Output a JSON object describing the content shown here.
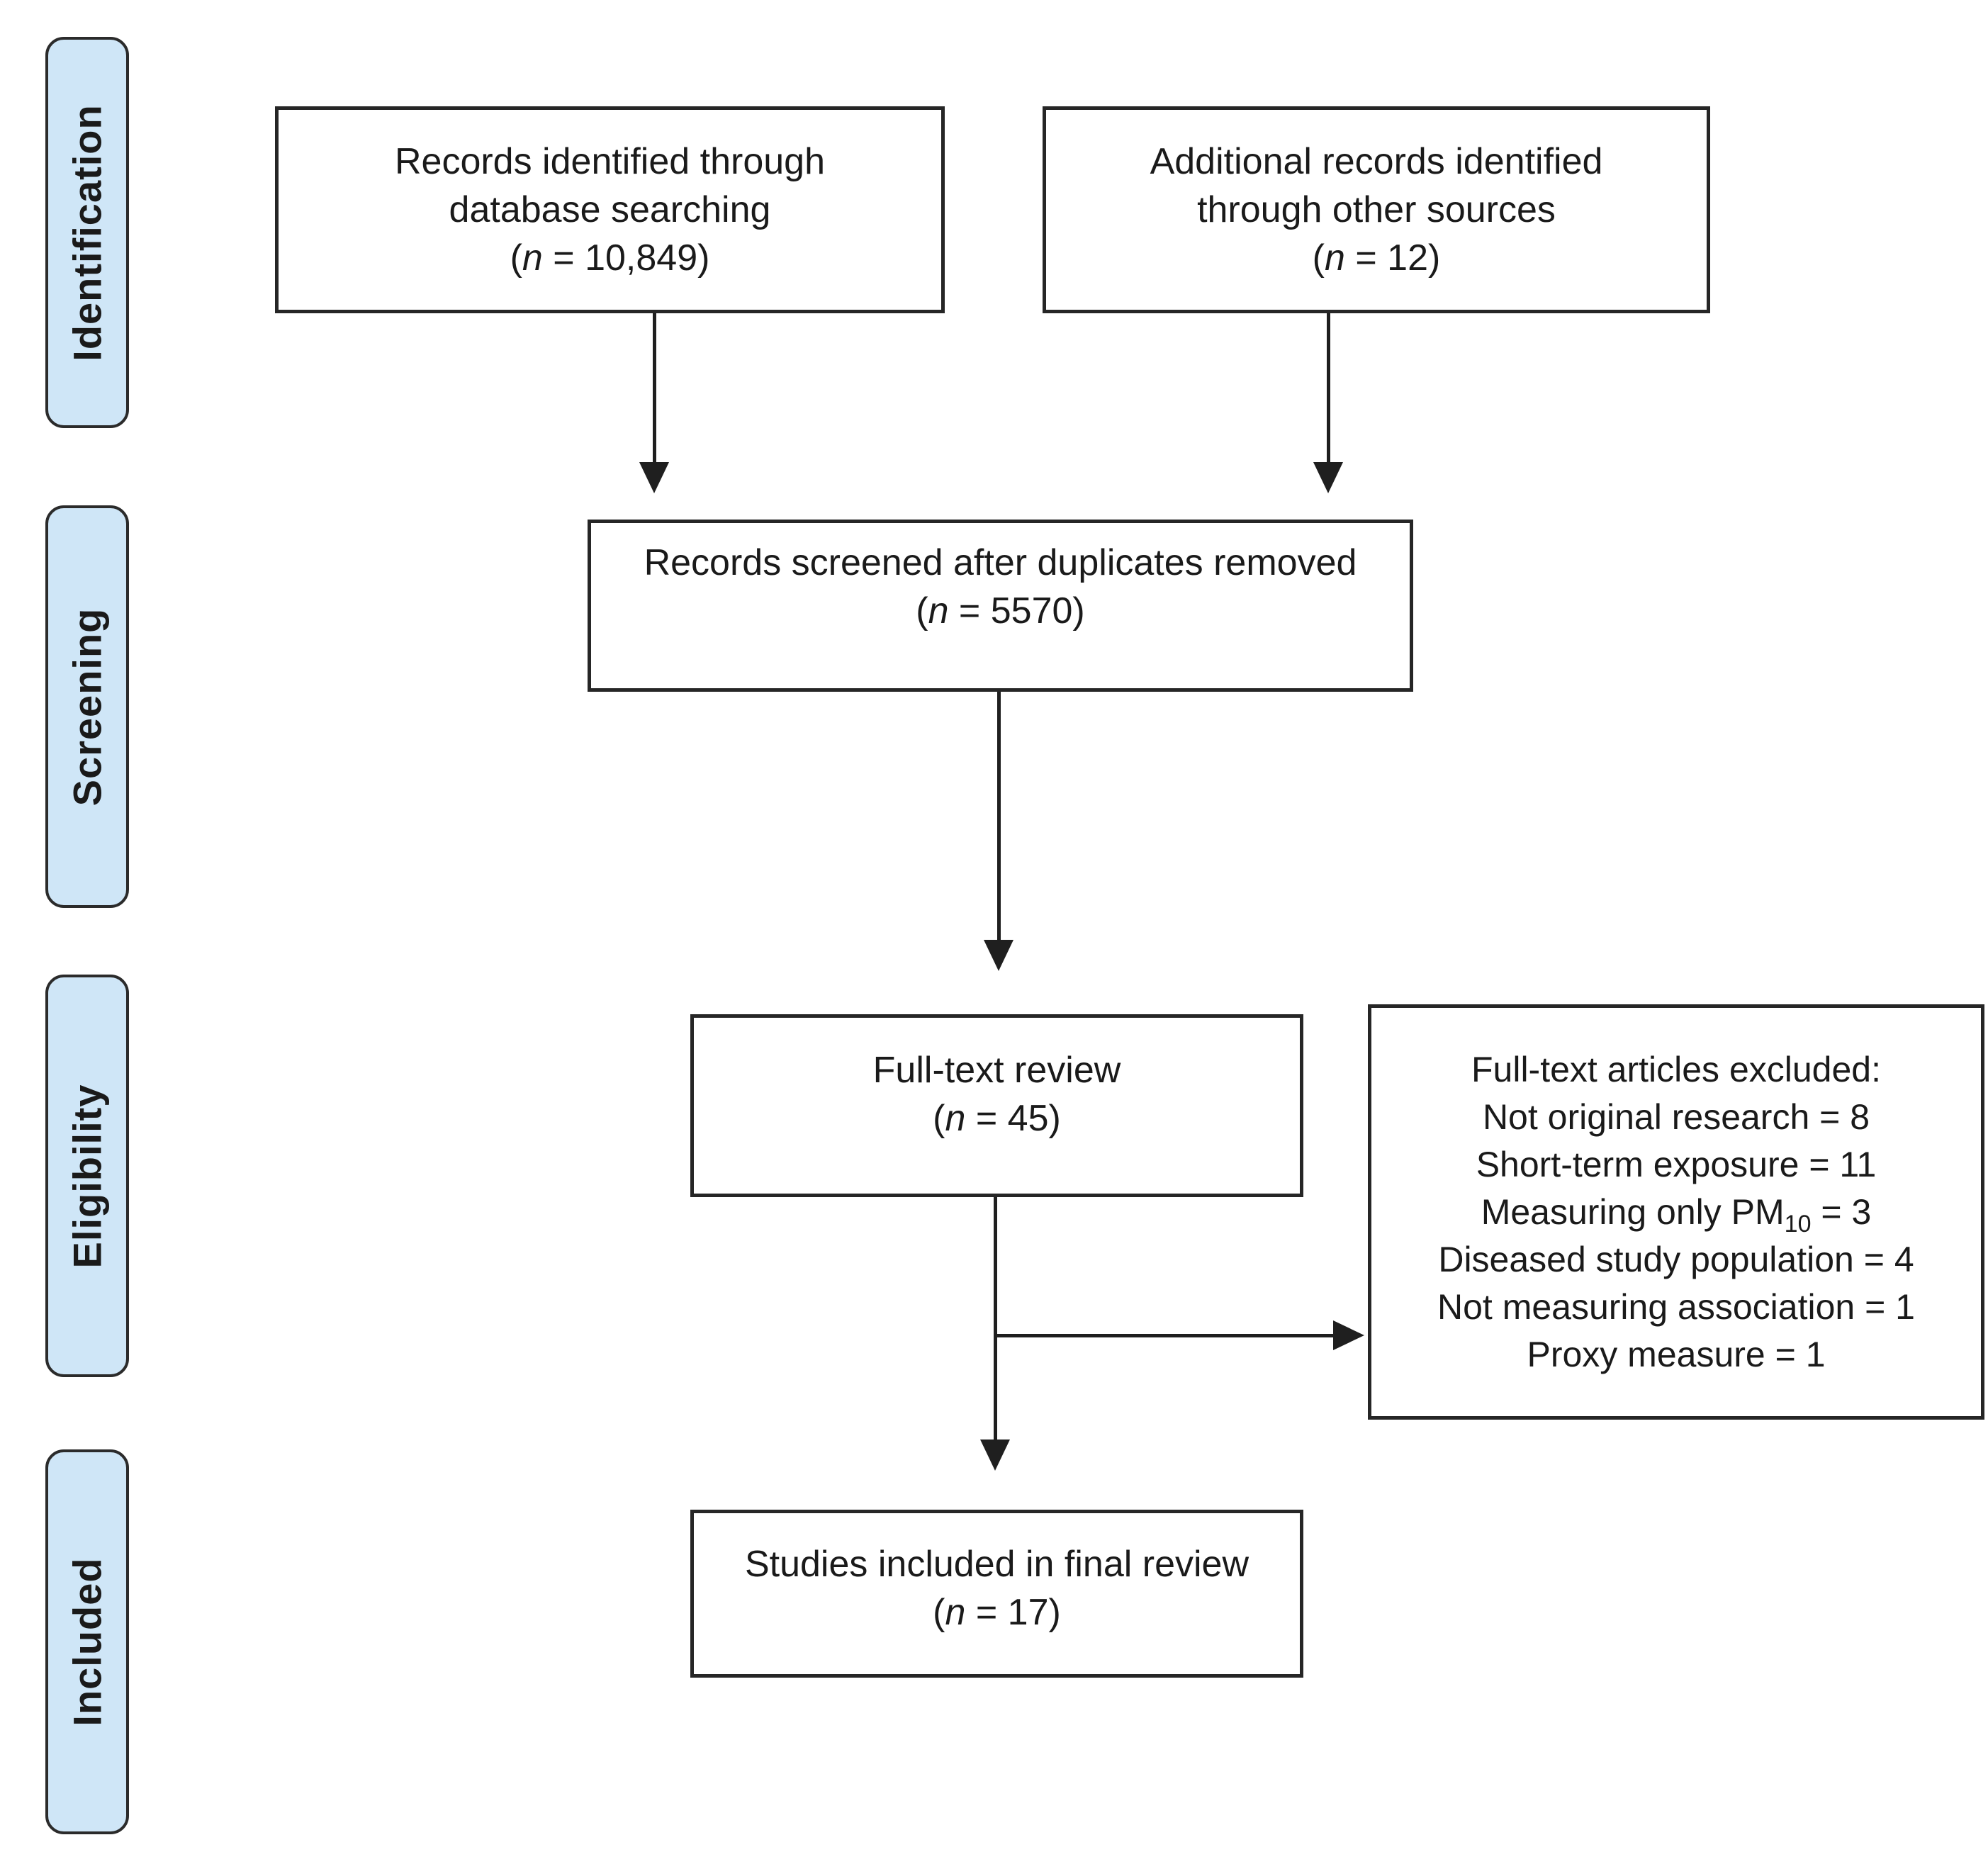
{
  "figure": {
    "type": "prisma-flow-diagram",
    "colors": {
      "stage_fill": "#cfe6f7",
      "stage_border": "#2b2b2b",
      "box_border": "#262626",
      "text": "#1a1a1a",
      "background": "#ffffff"
    }
  },
  "stages": [
    {
      "label": "Identification"
    },
    {
      "label": "Screening"
    },
    {
      "label": "Eligibility"
    },
    {
      "label": "Included"
    }
  ],
  "boxes": {
    "records_db": {
      "lines": [
        "Records identified through",
        "database searching"
      ],
      "count": {
        "open": "(",
        "var": "n",
        "rest": " = 10,849)"
      }
    },
    "records_other": {
      "lines": [
        "Additional records identified",
        "through other sources"
      ],
      "count": {
        "open": "(",
        "var": "n",
        "rest": " = 12)"
      }
    },
    "screened": {
      "lines": [
        "Records screened after duplicates removed"
      ],
      "count": {
        "open": "(",
        "var": "n",
        "rest": " = 5570)"
      }
    },
    "fulltext": {
      "lines": [
        "Full-text review"
      ],
      "count": {
        "open": "(",
        "var": "n",
        "rest": " = 45)"
      }
    },
    "excluded": {
      "title": "Full-text articles excluded:",
      "reasons": [
        {
          "pre": "Not original research = 8",
          "sub": "",
          "post": ""
        },
        {
          "pre": "Short-term exposure = 11",
          "sub": "",
          "post": ""
        },
        {
          "pre": "Measuring only PM",
          "sub": "10",
          "post": " = 3"
        },
        {
          "pre": "Diseased study population = 4",
          "sub": "",
          "post": ""
        },
        {
          "pre": "Not measuring association = 1",
          "sub": "",
          "post": ""
        },
        {
          "pre": "Proxy measure = 1",
          "sub": "",
          "post": ""
        }
      ]
    },
    "included_final": {
      "lines": [
        "Studies included in final review"
      ],
      "count": {
        "open": "(",
        "var": "n",
        "rest": " = 17)"
      }
    }
  }
}
